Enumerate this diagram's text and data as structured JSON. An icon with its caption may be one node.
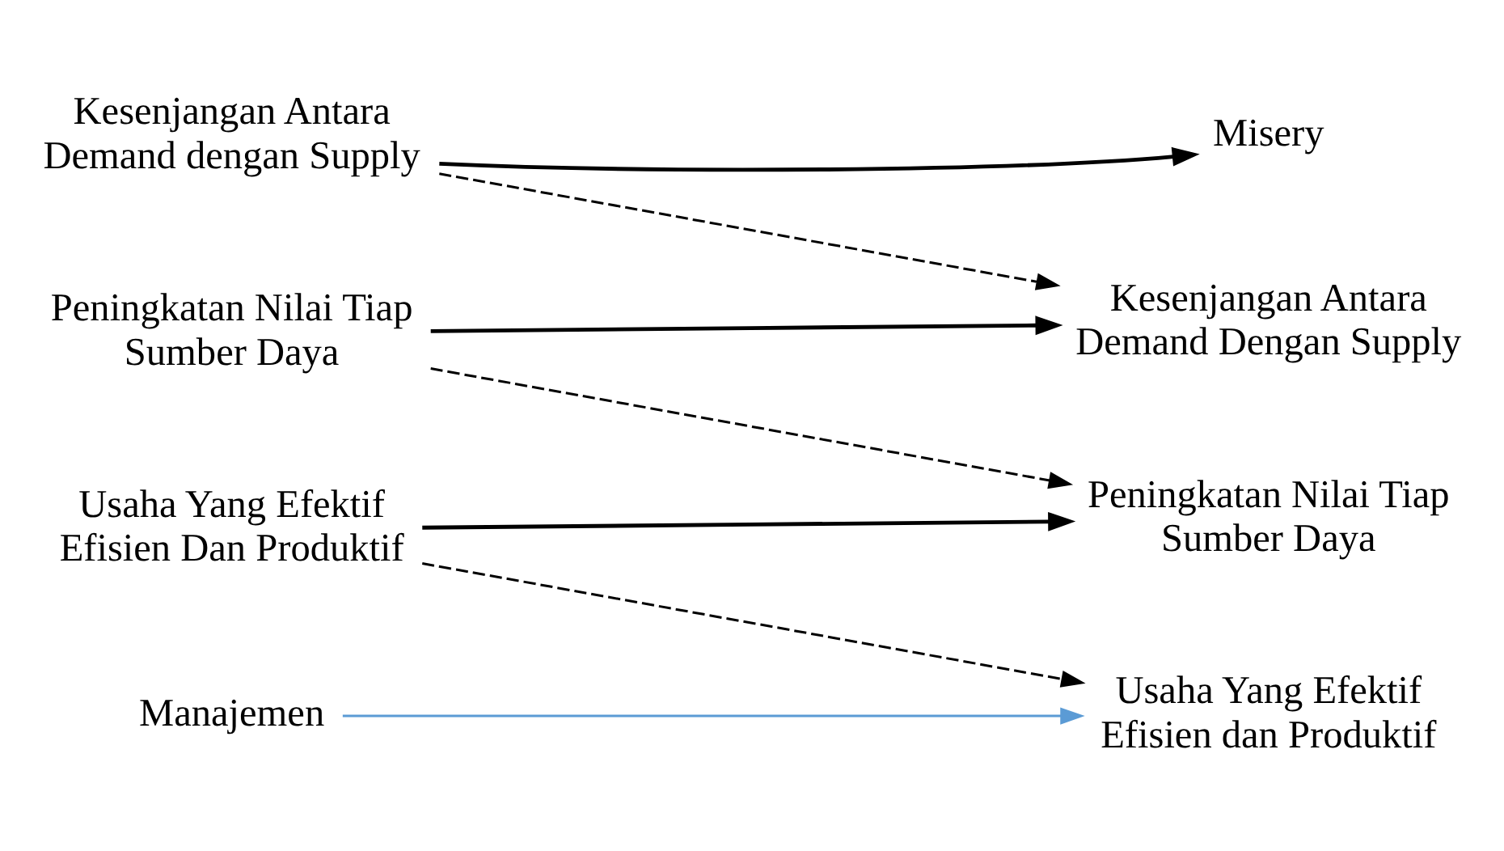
{
  "diagram": {
    "nodes": [
      {
        "text": [
          "Kesenjangan Antara Demand dengan Supply"
        ]
      },
      {
        "text": [
          "Misery"
        ]
      },
      {
        "text": [
          "Peningkatan Nilai Tiap Sumber Daya"
        ]
      },
      {
        "text": [
          "Kesenjangan Antara Demand Dengan Supply"
        ]
      },
      {
        "text": [
          "Usaha Yang Efektif Efisien Dan Produktif"
        ]
      },
      {
        "text": [
          "Peningkatan Nilai Tiap Sumber Daya"
        ]
      },
      {
        "text": [
          "Manajemen"
        ]
      },
      {
        "text": [
          "Usaha Yang Efektif Efisien dan Produktif"
        ]
      }
    ],
    "edges": [
      {
        "from": 0,
        "to": 1,
        "arrow": "to"
      },
      {
        "from": 0,
        "to": 3,
        "arrow": "to",
        "style": "dashed"
      },
      {
        "from": 2,
        "to": 3,
        "arrow": "to"
      },
      {
        "from": 2,
        "to": 5,
        "arrow": "to",
        "style": "dashed"
      },
      {
        "from": 4,
        "to": 5,
        "arrow": "to"
      },
      {
        "from": 4,
        "to": 7,
        "arrow": "to",
        "style": "dashed"
      },
      {
        "from": 6,
        "to": 7,
        "arrow": "to",
        "color": "#5b9bd5"
      }
    ]
  }
}
